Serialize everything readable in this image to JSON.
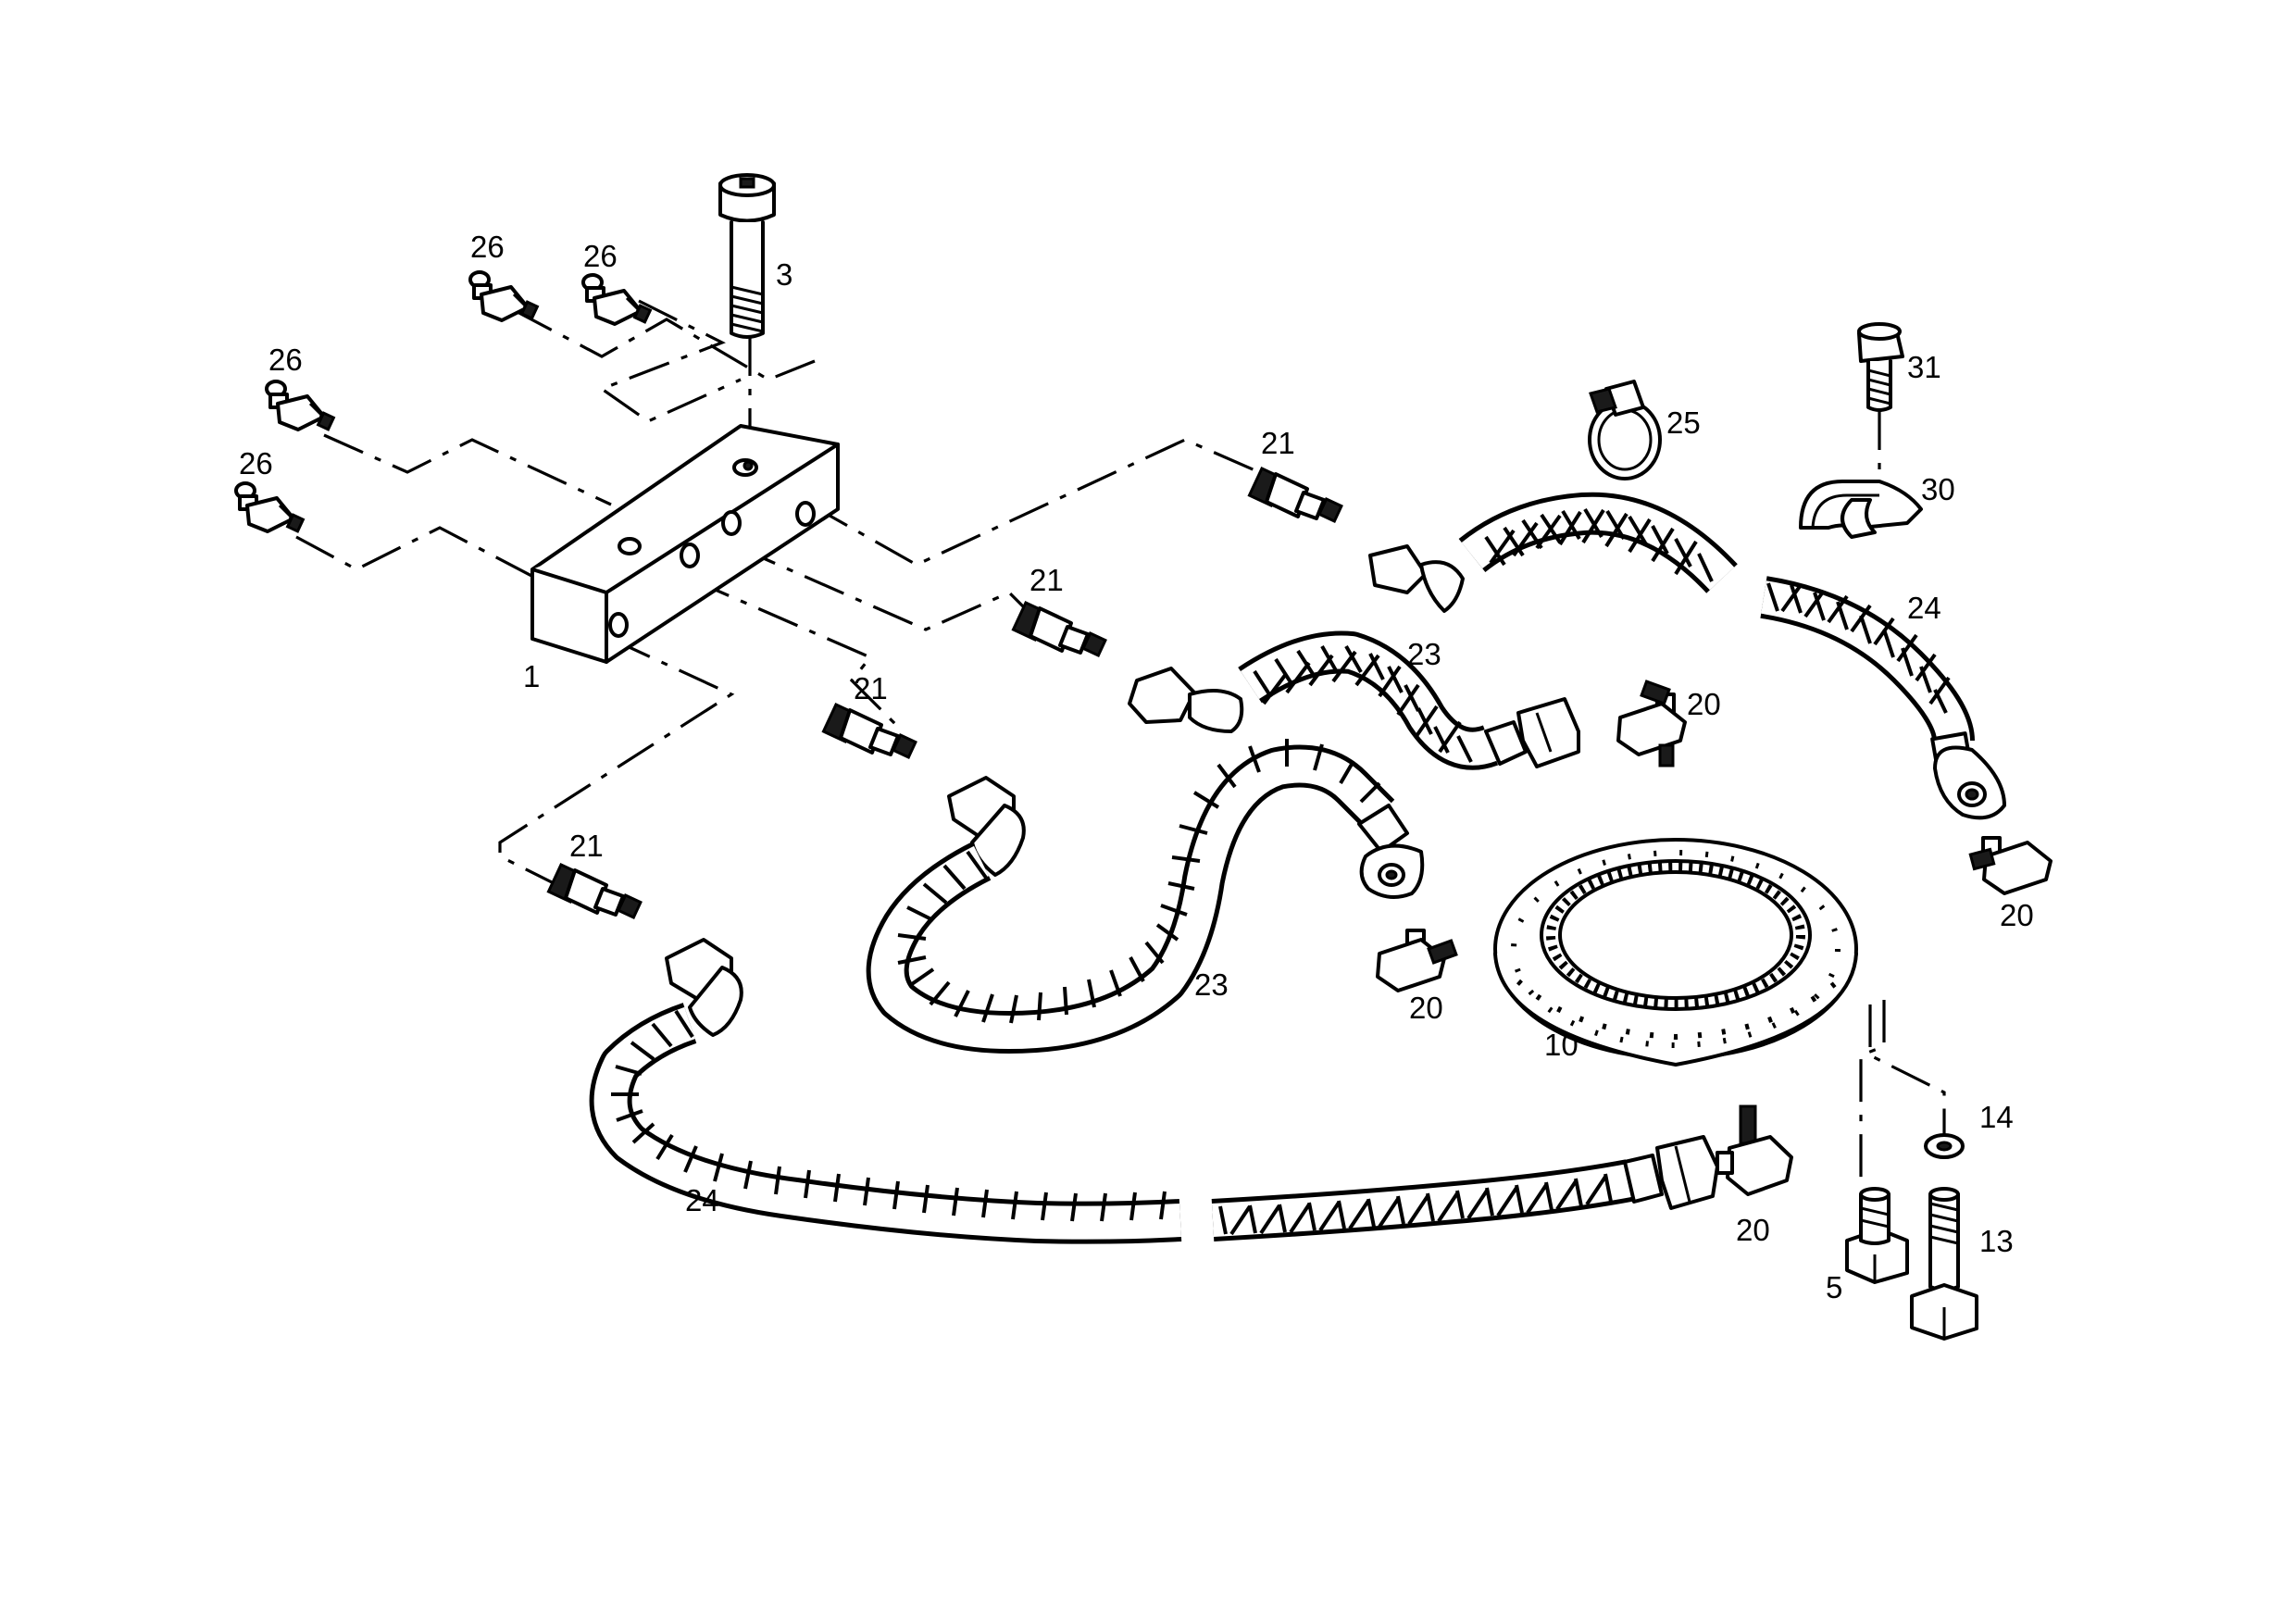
{
  "diagram": {
    "callouts": [
      {
        "id": "c1",
        "text": "1"
      },
      {
        "id": "c3",
        "text": "3"
      },
      {
        "id": "c26a",
        "text": "26"
      },
      {
        "id": "c26b",
        "text": "26"
      },
      {
        "id": "c26c",
        "text": "26"
      },
      {
        "id": "c26d",
        "text": "26"
      },
      {
        "id": "c21a",
        "text": "21"
      },
      {
        "id": "c21b",
        "text": "21"
      },
      {
        "id": "c21c",
        "text": "21"
      },
      {
        "id": "c21d",
        "text": "21"
      },
      {
        "id": "c23a",
        "text": "23"
      },
      {
        "id": "c23b",
        "text": "23"
      },
      {
        "id": "c24a",
        "text": "24"
      },
      {
        "id": "c24b",
        "text": "24"
      },
      {
        "id": "c25",
        "text": "25"
      },
      {
        "id": "c31",
        "text": "31"
      },
      {
        "id": "c30",
        "text": "30"
      },
      {
        "id": "c20a",
        "text": "20"
      },
      {
        "id": "c20b",
        "text": "20"
      },
      {
        "id": "c20c",
        "text": "20"
      },
      {
        "id": "c20d",
        "text": "20"
      },
      {
        "id": "c10",
        "text": "10"
      },
      {
        "id": "c14",
        "text": "14"
      },
      {
        "id": "c13",
        "text": "13"
      },
      {
        "id": "c5",
        "text": "5"
      }
    ]
  }
}
